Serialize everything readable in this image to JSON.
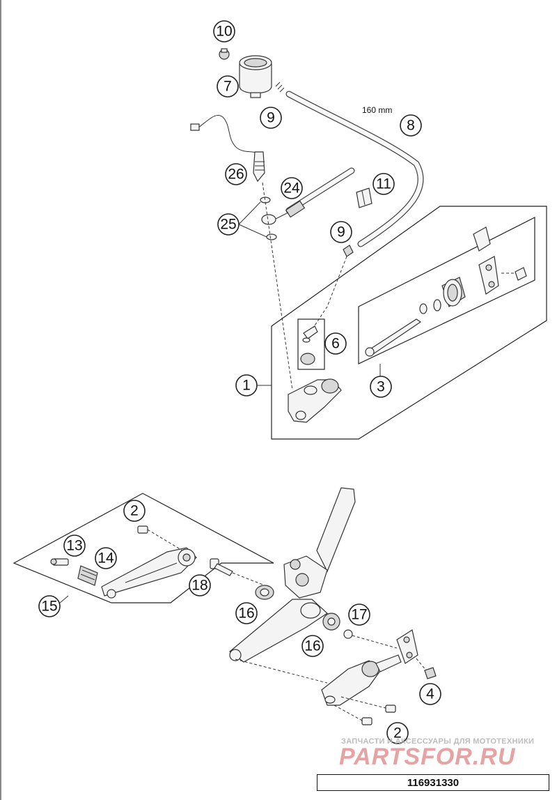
{
  "callouts": [
    {
      "id": "c10",
      "label": "10"
    },
    {
      "id": "c7",
      "label": "7"
    },
    {
      "id": "c9a",
      "label": "9"
    },
    {
      "id": "c8",
      "label": "8"
    },
    {
      "id": "c26",
      "label": "26"
    },
    {
      "id": "c24",
      "label": "24"
    },
    {
      "id": "c11",
      "label": "11"
    },
    {
      "id": "c25",
      "label": "25"
    },
    {
      "id": "c9b",
      "label": "9"
    },
    {
      "id": "c6",
      "label": "6"
    },
    {
      "id": "c1",
      "label": "1"
    },
    {
      "id": "c3",
      "label": "3"
    },
    {
      "id": "c2a",
      "label": "2"
    },
    {
      "id": "c13",
      "label": "13"
    },
    {
      "id": "c14",
      "label": "14"
    },
    {
      "id": "c18",
      "label": "18"
    },
    {
      "id": "c15",
      "label": "15"
    },
    {
      "id": "c16a",
      "label": "16"
    },
    {
      "id": "c17",
      "label": "17"
    },
    {
      "id": "c16b",
      "label": "16"
    },
    {
      "id": "c4",
      "label": "4"
    },
    {
      "id": "c2b",
      "label": "2"
    }
  ],
  "hose_length_label": "160 mm",
  "watermark": {
    "tagline": "ЗАПЧАСТИ И АКСЕССУАРЫ ДЛЯ МОТОТЕХНИКИ",
    "brand": "PARTSFOR.RU"
  },
  "diagram_code": "116931330"
}
